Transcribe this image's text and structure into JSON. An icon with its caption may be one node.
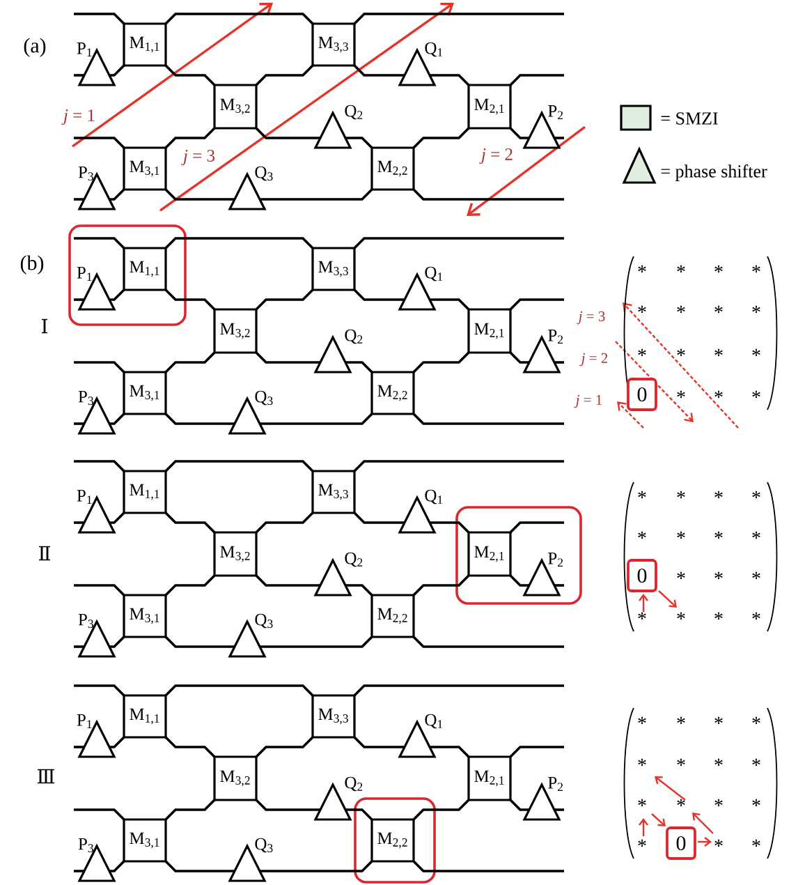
{
  "diagram": {
    "nodes": [
      {
        "text": [],
        "shape": "triangle",
        "beside": [
          "P$_{1}$"
        ]
      },
      {
        "text": [
          "M$_{1,1}$"
        ]
      },
      {
        "text": [
          "M$_{3,3}$"
        ]
      },
      {
        "text": [],
        "shape": "triangle",
        "beside": [
          "Q$_{1}$"
        ]
      },
      {
        "text": [
          "M$_{3,2}$"
        ]
      },
      {
        "text": [],
        "shape": "triangle",
        "beside": [
          "Q$_{2}$"
        ]
      },
      {
        "text": [
          "M$_{2,1}$"
        ]
      },
      {
        "text": [],
        "shape": "triangle",
        "beside": [
          "P$_{2}$"
        ]
      },
      {
        "text": [],
        "shape": "triangle",
        "beside": [
          "P$_{3}$"
        ]
      },
      {
        "text": [
          "M$_{3,1}$"
        ]
      },
      {
        "text": [],
        "shape": "triangle",
        "beside": [
          "Q$_{3}$"
        ]
      },
      {
        "text": [
          "M$_{2,2}$"
        ]
      },
      {
        "text": [],
        "shape": "box"
      },
      {
        "text": [],
        "shape": "triangle",
        "beside": [
          "P$_{1}$"
        ],
        "in": 12
      },
      {
        "text": [
          "M$_{1,1}$"
        ],
        "in": 12
      },
      {
        "text": [
          "M$_{3,3}$"
        ]
      },
      {
        "text": [],
        "shape": "triangle",
        "beside": [
          "Q$_{1}$"
        ]
      },
      {
        "text": [
          "M$_{3,2}$"
        ]
      },
      {
        "text": [],
        "shape": "triangle",
        "beside": [
          "Q$_{2}$"
        ]
      },
      {
        "text": [
          "M$_{2,1}$"
        ]
      },
      {
        "text": [],
        "shape": "triangle",
        "beside": [
          "P$_{2}$"
        ]
      },
      {
        "text": [],
        "shape": "triangle",
        "beside": [
          "P$_{3}$"
        ]
      },
      {
        "text": [
          "M$_{3,1}$"
        ]
      },
      {
        "text": [],
        "shape": "triangle",
        "beside": [
          "Q$_{3}$"
        ]
      },
      {
        "text": [
          "M$_{2,2}$"
        ]
      },
      {
        "text": [
          "0"
        ]
      },
      {
        "text": [],
        "shape": "box"
      },
      {
        "text": [],
        "shape": "triangle",
        "beside": [
          "P$_{1}$"
        ]
      },
      {
        "text": [
          "M$_{1,1}$"
        ]
      },
      {
        "text": [
          "M$_{3,3}$"
        ]
      },
      {
        "text": [],
        "shape": "triangle",
        "beside": [
          "Q$_{1}$"
        ]
      },
      {
        "text": [
          "M$_{3,2}$"
        ]
      },
      {
        "text": [],
        "shape": "triangle",
        "beside": [
          "Q$_{2}$"
        ]
      },
      {
        "text": [
          "M$_{2,1}$"
        ],
        "in": 26
      },
      {
        "text": [],
        "shape": "triangle",
        "beside": [
          "P$_{2}$"
        ],
        "in": 26
      },
      {
        "text": [],
        "shape": "triangle",
        "beside": [
          "P$_{3}$"
        ]
      },
      {
        "text": [
          "M$_{3,1}$"
        ]
      },
      {
        "text": [],
        "shape": "triangle",
        "beside": [
          "Q$_{3}$"
        ]
      },
      {
        "text": [
          "M$_{2,2}$"
        ]
      },
      {
        "text": [
          "0"
        ]
      },
      {
        "text": [],
        "shape": "box"
      },
      {
        "text": [],
        "shape": "triangle",
        "beside": [
          "P$_{1}$"
        ]
      },
      {
        "text": [
          "M$_{1,1}$"
        ]
      },
      {
        "text": [
          "M$_{3,3}$"
        ]
      },
      {
        "text": [],
        "shape": "triangle",
        "beside": [
          "Q$_{1}$"
        ]
      },
      {
        "text": [
          "M$_{3,2}$"
        ]
      },
      {
        "text": [],
        "shape": "triangle",
        "beside": [
          "Q$_{2}$"
        ]
      },
      {
        "text": [
          "M$_{2,1}$"
        ]
      },
      {
        "text": [],
        "shape": "triangle",
        "beside": [
          "P$_{2}$"
        ]
      },
      {
        "text": [],
        "shape": "triangle",
        "beside": [
          "P$_{3}$"
        ]
      },
      {
        "text": [
          "M$_{3,1}$"
        ]
      },
      {
        "text": [],
        "shape": "triangle",
        "beside": [
          "Q$_{3}$"
        ]
      },
      {
        "text": [
          "M$_{2,2}$"
        ],
        "in": 40
      },
      {
        "text": [
          "0"
        ]
      }
    ],
    "edges": [
      {
        "from": null,
        "to": 1,
        "arrow": "none"
      },
      {
        "from": 1,
        "to": 2,
        "arrow": "none"
      },
      {
        "from": 2,
        "to": null,
        "arrow": "none"
      },
      {
        "from": null,
        "to": 0,
        "arrow": "none"
      },
      {
        "from": 0,
        "to": 1,
        "arrow": "none"
      },
      {
        "from": 1,
        "to": 4,
        "arrow": "none"
      },
      {
        "from": 4,
        "to": 2,
        "arrow": "none"
      },
      {
        "from": 2,
        "to": 3,
        "arrow": "none"
      },
      {
        "from": 3,
        "to": 6,
        "arrow": "none"
      },
      {
        "from": 6,
        "to": null,
        "arrow": "none"
      },
      {
        "from": null,
        "to": 9,
        "arrow": "none"
      },
      {
        "from": 9,
        "to": 4,
        "arrow": "none"
      },
      {
        "from": 4,
        "to": 5,
        "arrow": "none"
      },
      {
        "from": 5,
        "to": 11,
        "arrow": "none"
      },
      {
        "from": 11,
        "to": 6,
        "arrow": "none"
      },
      {
        "from": 6,
        "to": 7,
        "arrow": "none"
      },
      {
        "from": 7,
        "to": null,
        "arrow": "none"
      },
      {
        "from": null,
        "to": 8,
        "arrow": "none"
      },
      {
        "from": 8,
        "to": 9,
        "arrow": "none"
      },
      {
        "from": 9,
        "to": 10,
        "arrow": "none"
      },
      {
        "from": 10,
        "to": 11,
        "arrow": "none"
      },
      {
        "from": 11,
        "to": null,
        "arrow": "none"
      },
      {
        "from": null,
        "to": 14,
        "arrow": "none"
      },
      {
        "from": 14,
        "to": 15,
        "arrow": "none"
      },
      {
        "from": 15,
        "to": null,
        "arrow": "none"
      },
      {
        "from": null,
        "to": 13,
        "arrow": "none"
      },
      {
        "from": 13,
        "to": 14,
        "arrow": "none"
      },
      {
        "from": 14,
        "to": 17,
        "arrow": "none"
      },
      {
        "from": 17,
        "to": 15,
        "arrow": "none"
      },
      {
        "from": 15,
        "to": 16,
        "arrow": "none"
      },
      {
        "from": 16,
        "to": 19,
        "arrow": "none"
      },
      {
        "from": 19,
        "to": null,
        "arrow": "none"
      },
      {
        "from": null,
        "to": 22,
        "arrow": "none"
      },
      {
        "from": 22,
        "to": 17,
        "arrow": "none"
      },
      {
        "from": 17,
        "to": 18,
        "arrow": "none"
      },
      {
        "from": 18,
        "to": 24,
        "arrow": "none"
      },
      {
        "from": 24,
        "to": 19,
        "arrow": "none"
      },
      {
        "from": 19,
        "to": 20,
        "arrow": "none"
      },
      {
        "from": 20,
        "to": null,
        "arrow": "none"
      },
      {
        "from": null,
        "to": 21,
        "arrow": "none"
      },
      {
        "from": 21,
        "to": 22,
        "arrow": "none"
      },
      {
        "from": 22,
        "to": 23,
        "arrow": "none"
      },
      {
        "from": 23,
        "to": 24,
        "arrow": "none"
      },
      {
        "from": 24,
        "to": null,
        "arrow": "none"
      },
      {
        "from": null,
        "to": 28,
        "arrow": "none"
      },
      {
        "from": 28,
        "to": 29,
        "arrow": "none"
      },
      {
        "from": 29,
        "to": null,
        "arrow": "none"
      },
      {
        "from": null,
        "to": 27,
        "arrow": "none"
      },
      {
        "from": 27,
        "to": 28,
        "arrow": "none"
      },
      {
        "from": 28,
        "to": 31,
        "arrow": "none"
      },
      {
        "from": 31,
        "to": 29,
        "arrow": "none"
      },
      {
        "from": 29,
        "to": 30,
        "arrow": "none"
      },
      {
        "from": 30,
        "to": 33,
        "arrow": "none"
      },
      {
        "from": 33,
        "to": null,
        "arrow": "none"
      },
      {
        "from": null,
        "to": 36,
        "arrow": "none"
      },
      {
        "from": 36,
        "to": 31,
        "arrow": "none"
      },
      {
        "from": 31,
        "to": 32,
        "arrow": "none"
      },
      {
        "from": 32,
        "to": 38,
        "arrow": "none"
      },
      {
        "from": 38,
        "to": 33,
        "arrow": "none"
      },
      {
        "from": 33,
        "to": 34,
        "arrow": "none"
      },
      {
        "from": 34,
        "to": null,
        "arrow": "none"
      },
      {
        "from": null,
        "to": 35,
        "arrow": "none"
      },
      {
        "from": 35,
        "to": 36,
        "arrow": "none"
      },
      {
        "from": 36,
        "to": 37,
        "arrow": "none"
      },
      {
        "from": 37,
        "to": 38,
        "arrow": "none"
      },
      {
        "from": 38,
        "to": null,
        "arrow": "none"
      },
      {
        "from": null,
        "to": 42,
        "arrow": "none"
      },
      {
        "from": 42,
        "to": 43,
        "arrow": "none"
      },
      {
        "from": 43,
        "to": null,
        "arrow": "none"
      },
      {
        "from": null,
        "to": 41,
        "arrow": "none"
      },
      {
        "from": 41,
        "to": 42,
        "arrow": "none"
      },
      {
        "from": 42,
        "to": 45,
        "arrow": "none"
      },
      {
        "from": 45,
        "to": 43,
        "arrow": "none"
      },
      {
        "from": 43,
        "to": 44,
        "arrow": "none"
      },
      {
        "from": 44,
        "to": 47,
        "arrow": "none"
      },
      {
        "from": 47,
        "to": null,
        "arrow": "none"
      },
      {
        "from": null,
        "to": 50,
        "arrow": "none"
      },
      {
        "from": 50,
        "to": 45,
        "arrow": "none"
      },
      {
        "from": 45,
        "to": 46,
        "arrow": "none"
      },
      {
        "from": 46,
        "to": 52,
        "arrow": "none"
      },
      {
        "from": 52,
        "to": 47,
        "arrow": "none"
      },
      {
        "from": 47,
        "to": 48,
        "arrow": "none"
      },
      {
        "from": 48,
        "to": null,
        "arrow": "none"
      },
      {
        "from": null,
        "to": 49,
        "arrow": "none"
      },
      {
        "from": 49,
        "to": 50,
        "arrow": "none"
      },
      {
        "from": 50,
        "to": 51,
        "arrow": "none"
      },
      {
        "from": 51,
        "to": 52,
        "arrow": "none"
      },
      {
        "from": 52,
        "to": null,
        "arrow": "none"
      }
    ],
    "labels": [
      "(a)",
      "*j* = 1",
      "*j* = 3",
      "*j* = 2",
      "(b)",
      "Ⅰ",
      "*",
      "*",
      "*",
      "*",
      "*",
      "*",
      "*",
      "*",
      "*",
      "*",
      "*",
      "*",
      "*",
      "*",
      "*",
      "*j* = 3",
      "*j* = 2",
      "*j* = 1",
      "Ⅱ",
      "*",
      "*",
      "*",
      "*",
      "*",
      "*",
      "*",
      "*",
      "*",
      "*",
      "*",
      "*",
      "*",
      "*",
      "*",
      "Ⅲ",
      "*",
      "*",
      "*",
      "*",
      "*",
      "*",
      "*",
      "*",
      "*",
      "*",
      "*",
      "*",
      "*",
      "*",
      "*"
    ],
    "legend": [
      {
        "text": "= SMZI"
      },
      {
        "text": "= phase shifter"
      }
    ]
  }
}
